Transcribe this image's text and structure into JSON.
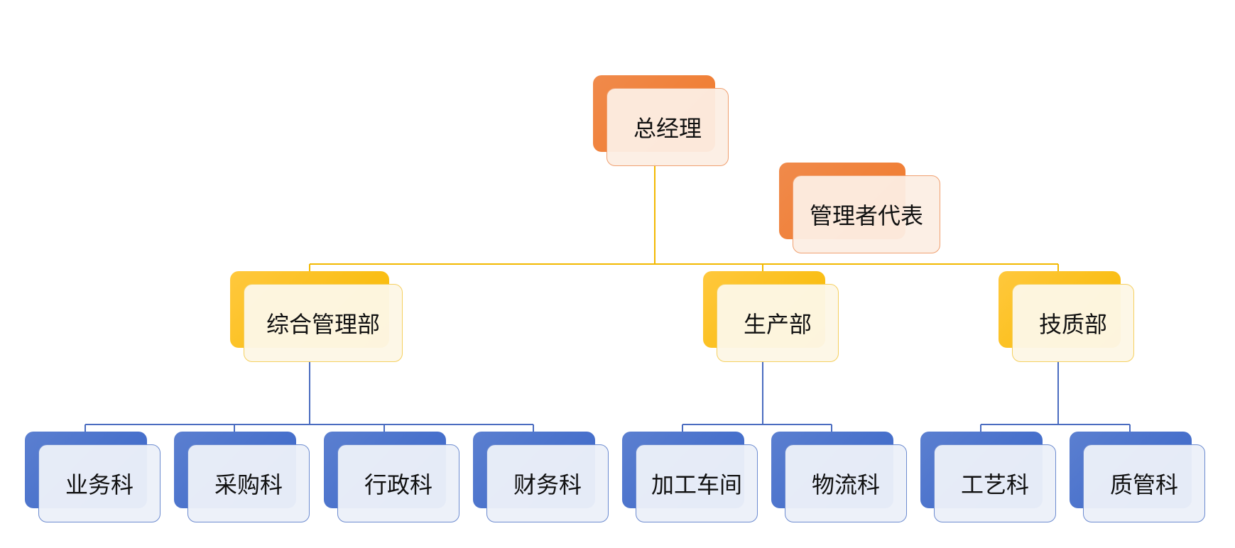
{
  "colors": {
    "top": "#f07a2c",
    "mid": "#f7b900",
    "leaf": "#3a66c8",
    "line_top": "#f2b800",
    "line_leaf": "#4a6cc0"
  },
  "root": {
    "label": "总经理"
  },
  "rep": {
    "label": "管理者代表"
  },
  "departments": [
    {
      "label": "综合管理部",
      "children": [
        "业务科",
        "采购科",
        "行政科",
        "财务科"
      ]
    },
    {
      "label": "生产部",
      "children": [
        "加工车间",
        "物流科"
      ]
    },
    {
      "label": "技质部",
      "children": [
        "工艺科",
        "质管科"
      ]
    }
  ]
}
